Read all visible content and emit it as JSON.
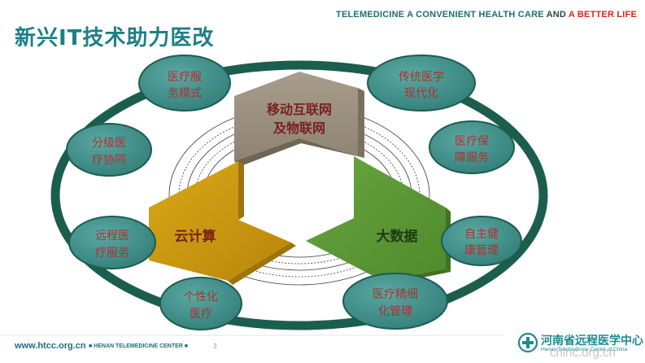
{
  "header": {
    "tagline_part1": "TELEMEDICINE  A CONVENIENT HEALTH CARE ",
    "tagline_and": "AND ",
    "tagline_part2": "A BETTER LIFE"
  },
  "title": "新兴IT技术助力医改",
  "center_blocks": {
    "top_line1": "移动互联网",
    "top_line2": "及物联网",
    "left": "云计算",
    "right": "大数据"
  },
  "ellipses": [
    {
      "line1": "医疗服",
      "line2": "务模式"
    },
    {
      "line1": "传统医学",
      "line2": "现代化"
    },
    {
      "line1": "医疗保",
      "line2": "障服务"
    },
    {
      "line1": "自主健",
      "line2": "康管理"
    },
    {
      "line1": "医疗精细",
      "line2": "化管理"
    },
    {
      "line1": "个性化",
      "line2": "医疗"
    },
    {
      "line1": "远程医",
      "line2": "疗服务"
    },
    {
      "line1": "分级医",
      "line2": "疗协同"
    }
  ],
  "footer": {
    "url": "www.htcc.org.cn",
    "center_name": "■ HENAN TELEMEDICINE CENTER ■",
    "page": "3"
  },
  "logo": {
    "cn": "河南省远程医学中心",
    "en": "Henan Telemedicine Center of China"
  },
  "watermark": "chinc.org.cn",
  "colors": {
    "teal": "#1e7f86",
    "ring": "#1b5e4e",
    "ellipse_fill": "#3f8f8a",
    "ellipse_text": "#b03030",
    "gold": "#c8980e",
    "green": "#5e9a38",
    "gray": "#9b9080",
    "red": "#e02020"
  }
}
